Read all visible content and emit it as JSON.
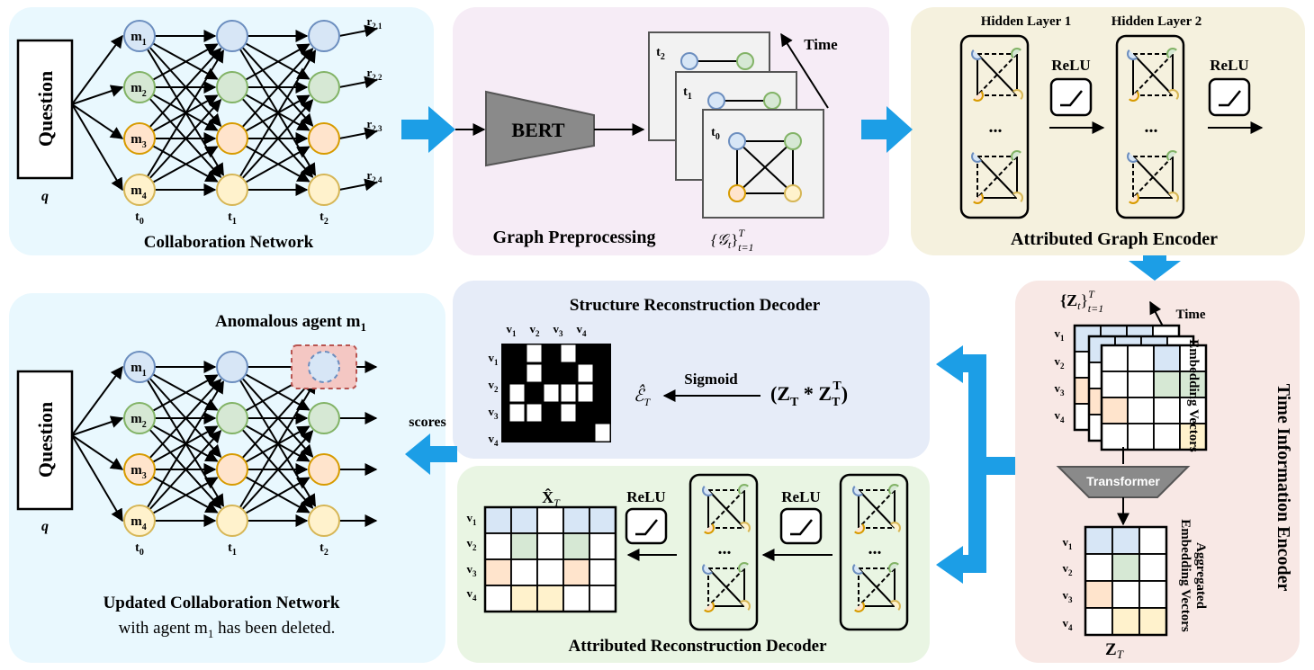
{
  "panels": {
    "collab": {
      "title": "Collaboration Network",
      "bg": "#e9f8fe"
    },
    "preproc": {
      "title": "Graph Preprocessing",
      "bg": "#f6ecf6"
    },
    "encoder": {
      "title": "Attributed Graph Encoder",
      "bg": "#f5f1de"
    },
    "time": {
      "title": "Time Information Encoder",
      "bg": "#f8e8e5"
    },
    "updated": {
      "title": "Updated Collaboration Network",
      "subtitle_prefix": "with agent m",
      "subtitle_sub": "1",
      "subtitle_suffix": " has been deleted.",
      "bg": "#e9f8fe"
    },
    "structure": {
      "title": "Structure Reconstruction Decoder",
      "bg": "#e6ecf8"
    },
    "attrdec": {
      "title": "Attributed Reconstruction Decoder",
      "bg": "#e9f5e3"
    }
  },
  "network": {
    "question": "Question",
    "q": "q",
    "agents": [
      {
        "base": "m",
        "sub": "1"
      },
      {
        "base": "m",
        "sub": "2"
      },
      {
        "base": "m",
        "sub": "3"
      },
      {
        "base": "m",
        "sub": "4"
      }
    ],
    "times": [
      {
        "base": "t",
        "sub": "0"
      },
      {
        "base": "t",
        "sub": "1"
      },
      {
        "base": "t",
        "sub": "2"
      }
    ],
    "outputs": [
      {
        "base": "r",
        "sub": "2,1"
      },
      {
        "base": "r",
        "sub": "2,2"
      },
      {
        "base": "r",
        "sub": "2,3"
      },
      {
        "base": "r",
        "sub": "2,4"
      }
    ],
    "row_colors": [
      {
        "fill": "#d7e6f6",
        "stroke": "#6c8ebf"
      },
      {
        "fill": "#d6e8d4",
        "stroke": "#82b366"
      },
      {
        "fill": "#ffe4cc",
        "stroke": "#d79b00"
      },
      {
        "fill": "#fff2cc",
        "stroke": "#d6b656"
      }
    ]
  },
  "preprocessing": {
    "bert": "BERT",
    "time": "Time",
    "frames": [
      {
        "base": "t",
        "sub": "2"
      },
      {
        "base": "t",
        "sub": "1"
      },
      {
        "base": "t",
        "sub": "0"
      }
    ],
    "set_label": "{𝒢t}Tt=1",
    "set_base": "{𝒢",
    "set_sub": "t",
    "set_close": "}",
    "set_sup": "T",
    "set_lim": "t=1"
  },
  "encoder": {
    "layer1": "Hidden Layer 1",
    "layer2": "Hidden Layer 2",
    "relu": "ReLU",
    "dots": "..."
  },
  "time_encoder": {
    "set_base": "{Z",
    "set_sub": "t",
    "set_close": "}",
    "set_sup": "T",
    "set_lim": "t=1",
    "time": "Time",
    "embedding_vectors": "Embedding Vectors",
    "transformer": "Transformer",
    "aggregated": "Aggregated",
    "aggregated_vectors": "Embedding Vectors",
    "z_base": "Z",
    "z_sub": "T",
    "vertices": [
      {
        "base": "v",
        "sub": "1"
      },
      {
        "base": "v",
        "sub": "2"
      },
      {
        "base": "v",
        "sub": "3"
      },
      {
        "base": "v",
        "sub": "4"
      }
    ]
  },
  "structure_decoder": {
    "cols": [
      {
        "base": "v",
        "sub": "1"
      },
      {
        "base": "v",
        "sub": "2"
      },
      {
        "base": "v",
        "sub": "3"
      },
      {
        "base": "v",
        "sub": "4"
      }
    ],
    "sigmoid": "Sigmoid",
    "e_hat": "ℰ̂",
    "e_sub": "T",
    "product": "(Z",
    "product_sub1": "T",
    "product_mid": " * Z",
    "product_sub2": "T",
    "product_sup": "T",
    "product_close": ")",
    "matrix_black": [
      [
        1,
        0,
        1,
        0,
        1,
        1
      ],
      [
        1,
        0,
        1,
        1,
        0,
        1
      ],
      [
        0,
        1,
        0,
        0,
        0,
        1
      ],
      [
        0,
        0,
        1,
        0,
        1,
        1
      ],
      [
        1,
        1,
        1,
        1,
        1,
        0
      ]
    ]
  },
  "attr_decoder": {
    "x_hat": "X̂",
    "x_sub": "T",
    "relu": "ReLU",
    "dots": "..."
  },
  "updated_network": {
    "anomalous_prefix": "Anomalous agent m",
    "anomalous_sub": "1",
    "scores": "scores"
  },
  "colors": {
    "flow_arrow": "#1c9ee6",
    "blue": "#d7e6f6",
    "green": "#d6e8d4",
    "orange": "#ffe4cc",
    "yellow": "#fff2cc",
    "anomaly_box": "#f4c7c3",
    "anomaly_border": "#b85450"
  }
}
